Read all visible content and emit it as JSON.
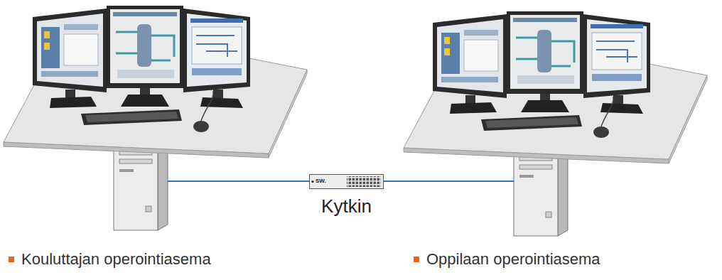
{
  "diagram": {
    "nodes": [
      {
        "text": [
          "SW.",
          "Kytkin"
        ]
      }
    ],
    "labels": [
      "Kouluttajan operointiasema",
      "Oppilaan operointiasema"
    ]
  }
}
